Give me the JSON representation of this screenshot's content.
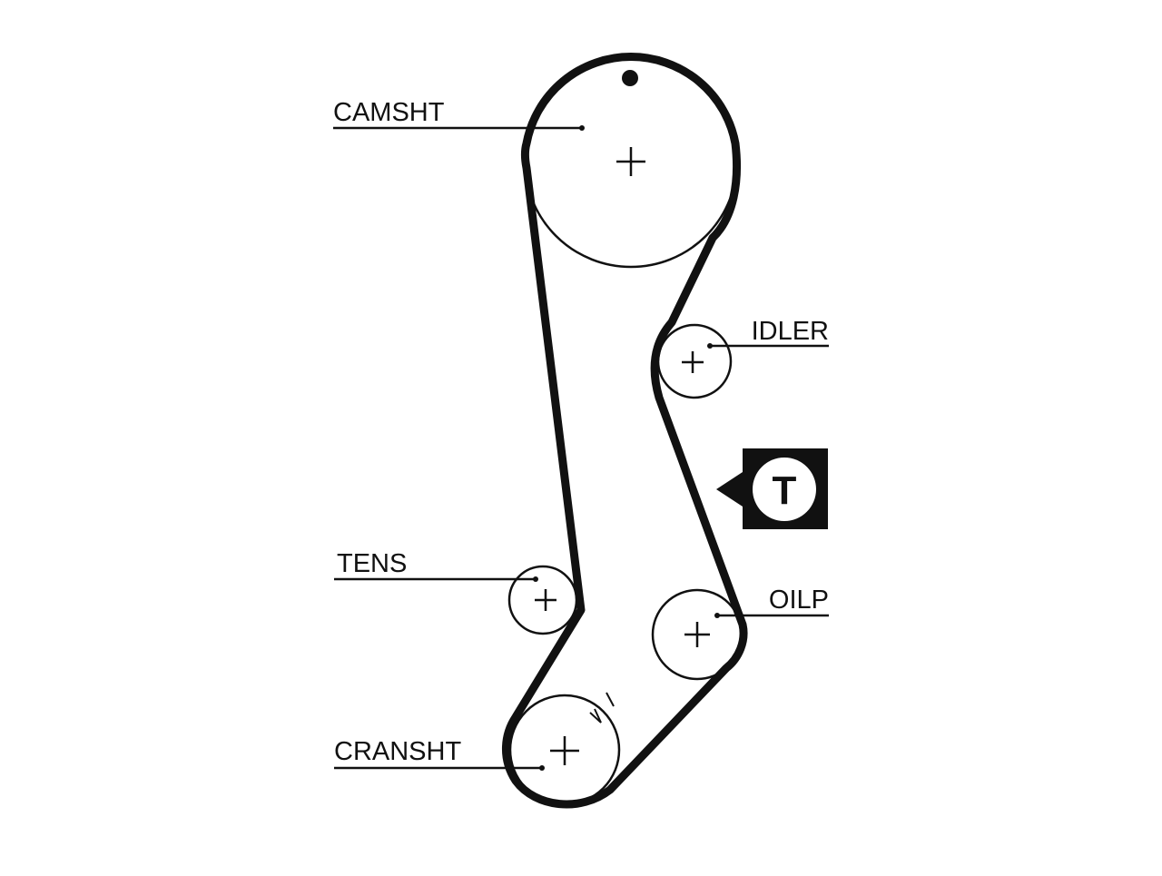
{
  "diagram": {
    "labels": {
      "camshaft": "CAMSHT",
      "idler": "IDLER",
      "tensioner": "TENS",
      "oil_pump": "OILP",
      "crankshaft": "CRANSHT"
    },
    "tension_marker": "T",
    "colors": {
      "line": "#111111",
      "background": "#ffffff",
      "marker_fill": "#111111",
      "marker_text": "#111111"
    },
    "icons": {
      "pulley_center": "plus-icon",
      "timing_mark": "dot-icon"
    }
  }
}
